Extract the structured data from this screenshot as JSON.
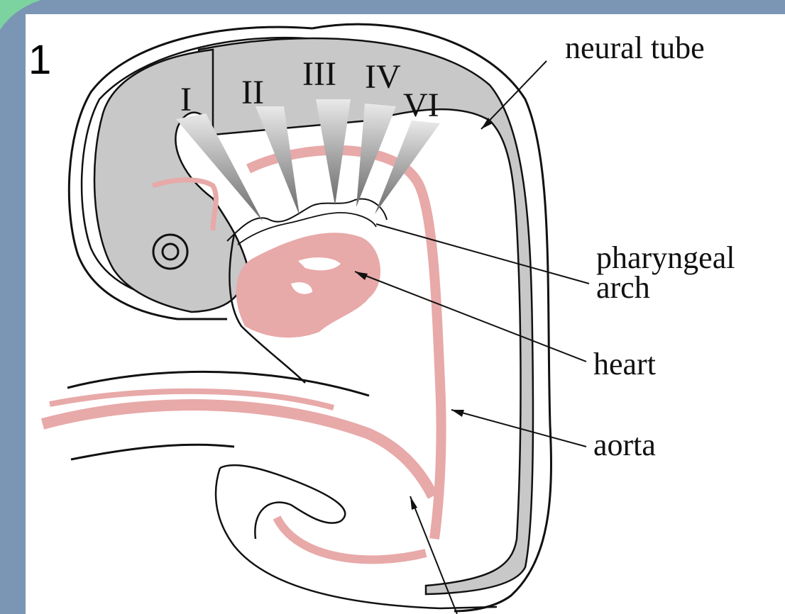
{
  "slide": {
    "number": "1",
    "accent_color": "#7b96b5",
    "corner_swoosh_color": "#7cd3a0"
  },
  "diagram": {
    "arch_numerals": [
      "I",
      "II",
      "III",
      "IV",
      "VI"
    ],
    "labels": {
      "neural_tube": "neural tube",
      "pharyngeal_line1": "pharyngeal",
      "pharyngeal_line2": "arch",
      "heart": "heart",
      "aorta": "aorta"
    },
    "colors": {
      "vessel": "#e8a9a9",
      "tissue": "#c8c8c8",
      "outline": "#111111"
    }
  }
}
